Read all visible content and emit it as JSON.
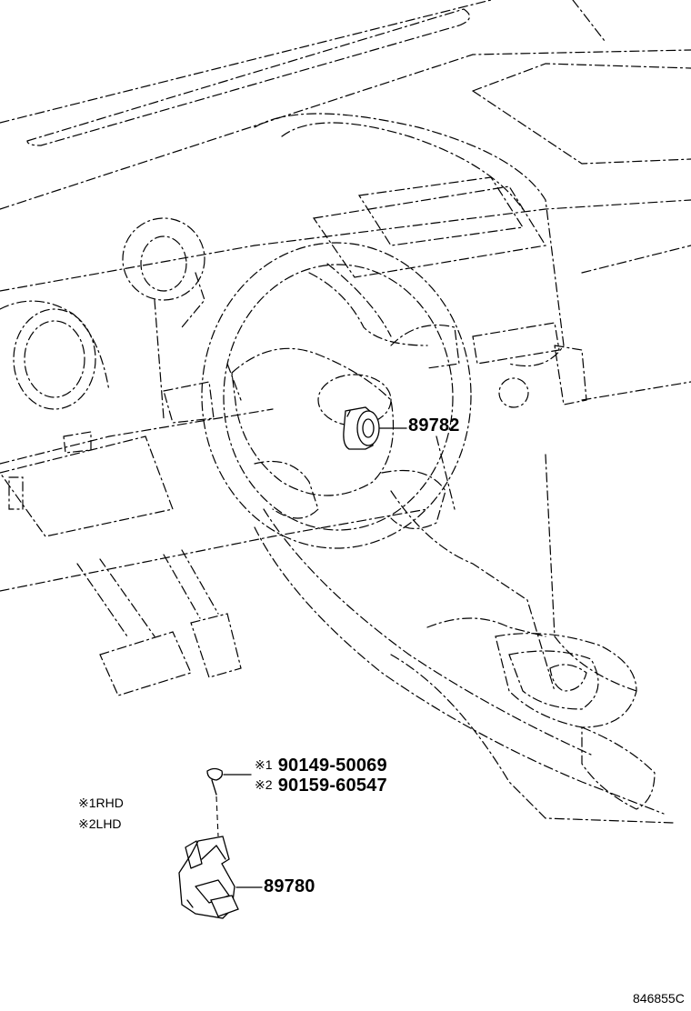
{
  "callouts": [
    {
      "id": "89782",
      "text": "89782"
    },
    {
      "id": "89780",
      "text": "89780"
    }
  ],
  "fasteners": [
    {
      "mark": "※1",
      "part": "90149-50069"
    },
    {
      "mark": "※2",
      "part": "90159-60547"
    }
  ],
  "notes": [
    {
      "mark": "※1",
      "text": "RHD"
    },
    {
      "mark": "※2",
      "text": "LHD"
    }
  ],
  "drawing_code": "846855C"
}
